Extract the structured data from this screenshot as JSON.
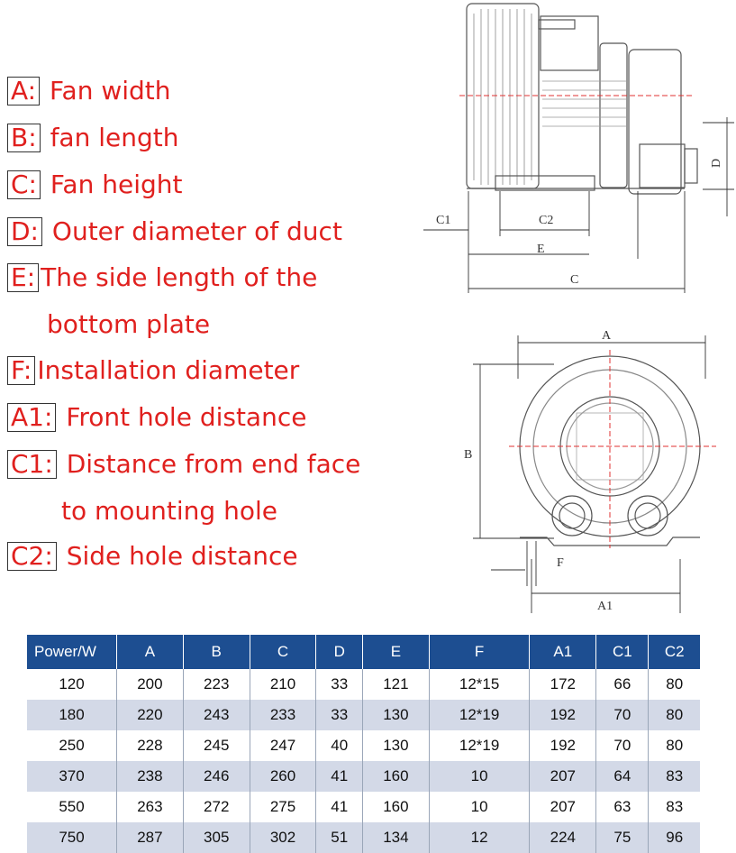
{
  "legend": [
    {
      "key": "A:",
      "text": "Fan width"
    },
    {
      "key": "B:",
      "text": "fan length"
    },
    {
      "key": "C:",
      "text": "Fan height"
    },
    {
      "key": "D:",
      "text": "Outer diameter of duct"
    },
    {
      "key": "E:",
      "text": "The side length of the",
      "cont": "bottom plate"
    },
    {
      "key": "F:",
      "text": "Installation diameter"
    },
    {
      "key": "A1:",
      "text": "Front hole distance"
    },
    {
      "key": "C1:",
      "text": "Distance from end face",
      "cont": "to mounting hole"
    },
    {
      "key": "C2:",
      "text": "Side hole distance"
    }
  ],
  "drawing": {
    "side_labels": {
      "c1": "C1",
      "c2": "C2",
      "e": "E",
      "c": "C",
      "d": "D"
    },
    "front_labels": {
      "a": "A",
      "b": "B",
      "f": "F",
      "a1": "A1"
    }
  },
  "table": {
    "headers": [
      "Power/W",
      "A",
      "B",
      "C",
      "D",
      "E",
      "F",
      "A1",
      "C1",
      "C2"
    ],
    "rows": [
      [
        "120",
        "200",
        "223",
        "210",
        "33",
        "121",
        "12*15",
        "172",
        "66",
        "80"
      ],
      [
        "180",
        "220",
        "243",
        "233",
        "33",
        "130",
        "12*19",
        "192",
        "70",
        "80"
      ],
      [
        "250",
        "228",
        "245",
        "247",
        "40",
        "130",
        "12*19",
        "192",
        "70",
        "80"
      ],
      [
        "370",
        "238",
        "246",
        "260",
        "41",
        "160",
        "10",
        "207",
        "64",
        "83"
      ],
      [
        "550",
        "263",
        "272",
        "275",
        "41",
        "160",
        "10",
        "207",
        "63",
        "83"
      ],
      [
        "750",
        "287",
        "305",
        "302",
        "51",
        "134",
        "12",
        "224",
        "75",
        "96"
      ]
    ]
  },
  "colors": {
    "legend_text": "#e0201e",
    "table_header": "#1d4e91",
    "table_alt_row": "#d3d9e7",
    "centerline": "#e03030"
  }
}
